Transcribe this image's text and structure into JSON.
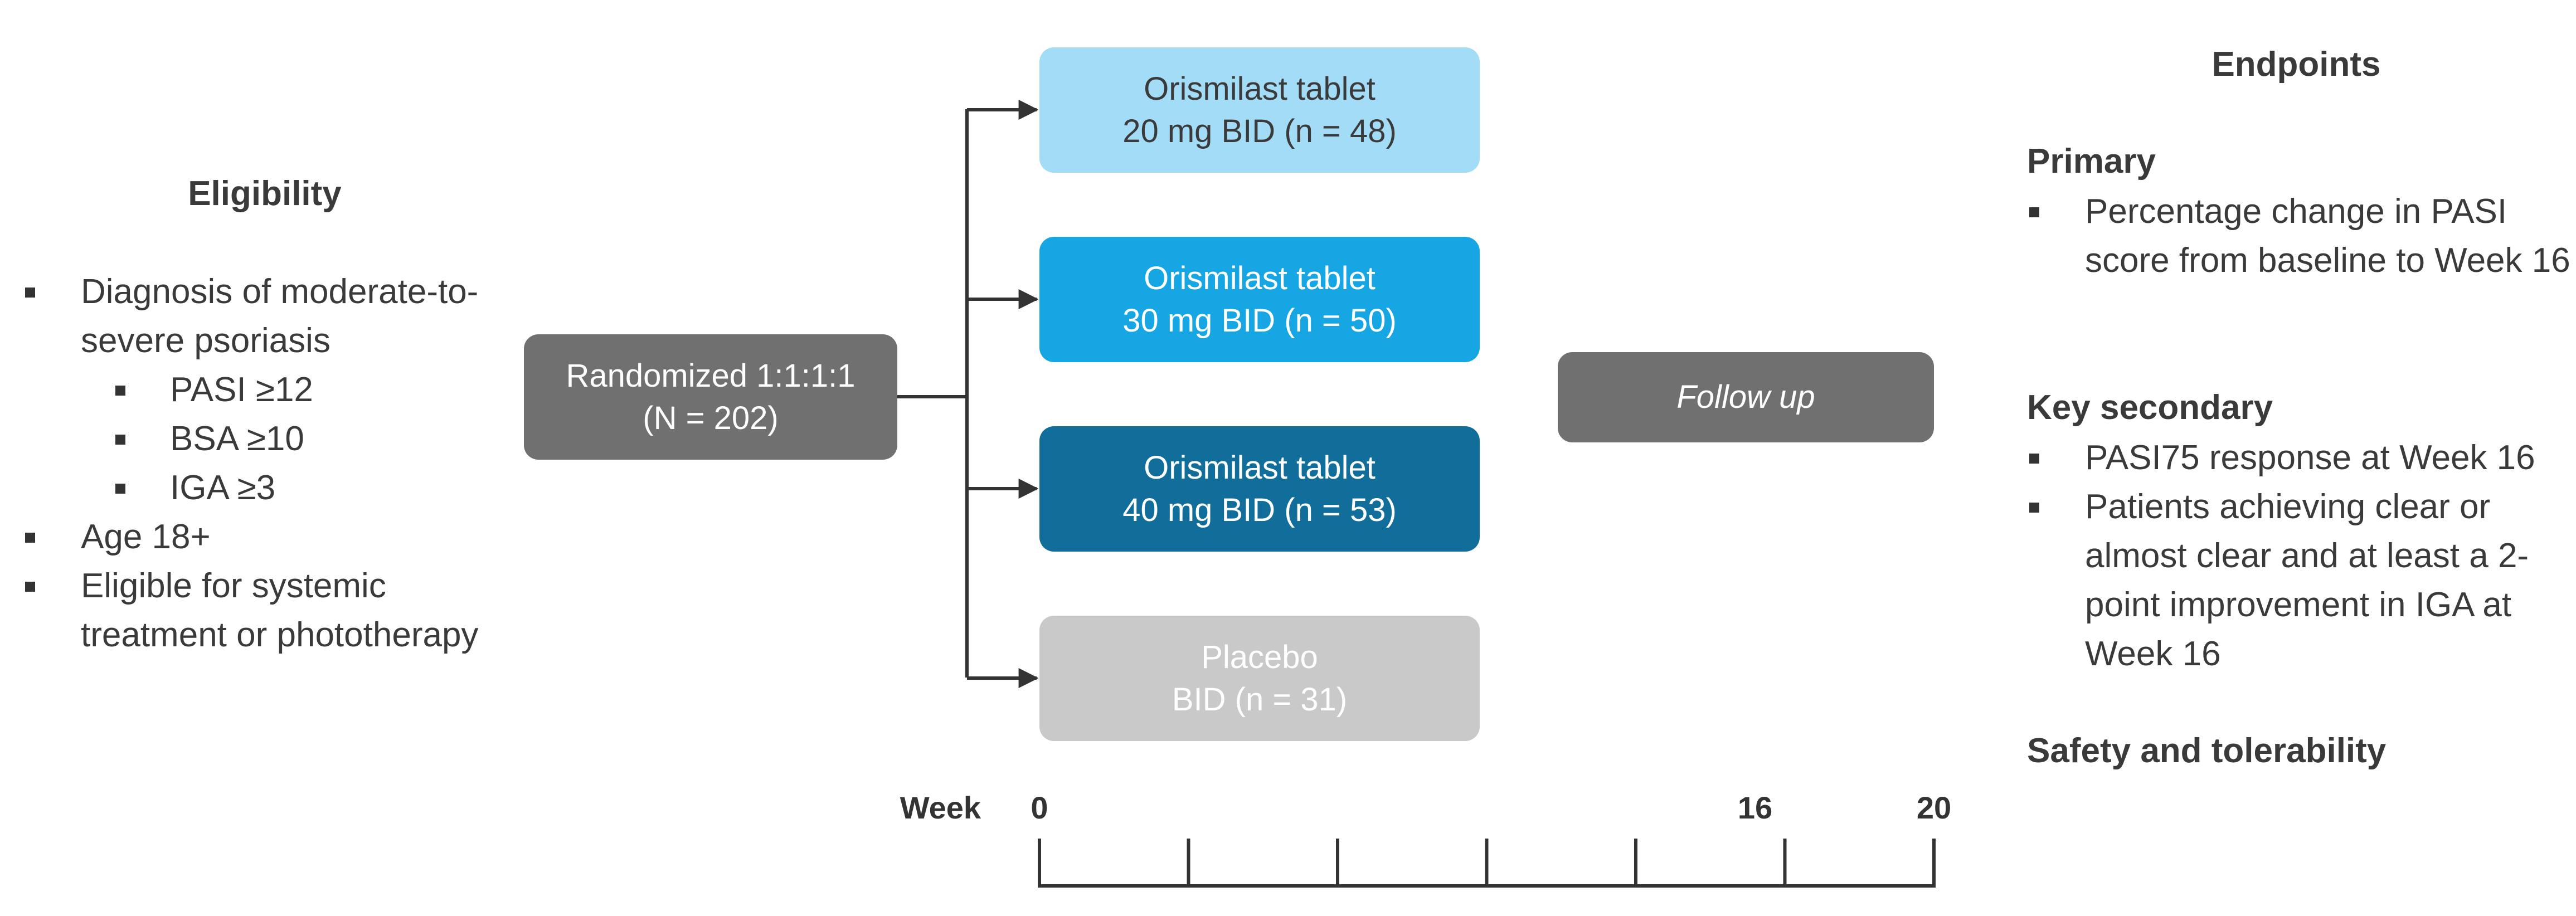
{
  "eligibility": {
    "heading": "Eligibility",
    "items": [
      {
        "text": "Diagnosis of moderate-to-severe psoriasis",
        "subitems": [
          "PASI ≥12",
          "BSA ≥10",
          "IGA ≥3"
        ]
      },
      {
        "text": "Age 18+"
      },
      {
        "text": "Eligible for systemic treatment or phototherapy"
      }
    ]
  },
  "randomization": {
    "line1": "Randomized 1:1:1:1",
    "line2": "(N = 202)"
  },
  "arms": [
    {
      "line1": "Orismilast tablet",
      "line2": "20 mg BID (n = 48)",
      "color": "#a3dcf6"
    },
    {
      "line1": "Orismilast tablet",
      "line2": "30 mg BID (n = 50)",
      "color": "#15a6e3"
    },
    {
      "line1": "Orismilast tablet",
      "line2": "40 mg BID (n = 53)",
      "color": "#116d9a"
    },
    {
      "line1": "Placebo",
      "line2": "BID (n = 31)",
      "color": "#c9c9c9"
    }
  ],
  "follow_up": {
    "label": "Follow up",
    "color": "#707070"
  },
  "timeline": {
    "label": "Week",
    "range": [
      0,
      20
    ],
    "labeled_ticks": [
      {
        "week": 0,
        "label": "0"
      },
      {
        "week": 16,
        "label": "16"
      },
      {
        "week": 20,
        "label": "20"
      }
    ],
    "tick_count": 7
  },
  "endpoints": {
    "heading": "Endpoints",
    "primary": {
      "heading": "Primary",
      "items": [
        "Percentage change in PASI score from baseline to Week 16"
      ]
    },
    "key_secondary": {
      "heading": "Key secondary",
      "items": [
        "PASI75 response at Week 16",
        "Patients achieving clear or almost clear and at least a 2-point improvement in IGA at Week 16"
      ]
    },
    "safety": {
      "heading": "Safety and tolerability"
    }
  }
}
